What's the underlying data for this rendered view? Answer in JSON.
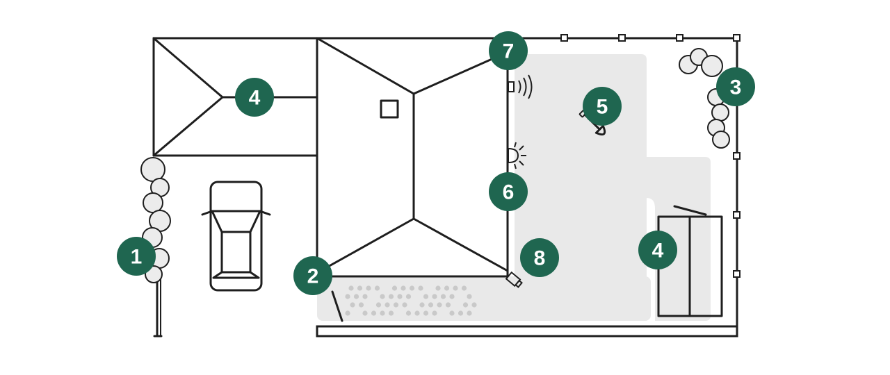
{
  "diagram": {
    "markers": [
      {
        "id": "marker-1",
        "label": "1"
      },
      {
        "id": "marker-2",
        "label": "2"
      },
      {
        "id": "marker-3",
        "label": "3"
      },
      {
        "id": "marker-4-roof",
        "label": "4"
      },
      {
        "id": "marker-4-shed",
        "label": "4"
      },
      {
        "id": "marker-5",
        "label": "5"
      },
      {
        "id": "marker-6",
        "label": "6"
      },
      {
        "id": "marker-7",
        "label": "7"
      },
      {
        "id": "marker-8",
        "label": "8"
      }
    ],
    "icons": {
      "car": "car-icon",
      "shovel": "shovel-icon",
      "doorbell": "doorbell-icon",
      "light": "light-icon",
      "camera": "camera-icon",
      "skylight": "skylight-icon"
    },
    "colors": {
      "marker": "#1f6650",
      "marker_text": "#ffffff",
      "yard": "#e9e9e9",
      "line": "#1e1e1e",
      "gravel": "#c9c9c9"
    }
  }
}
